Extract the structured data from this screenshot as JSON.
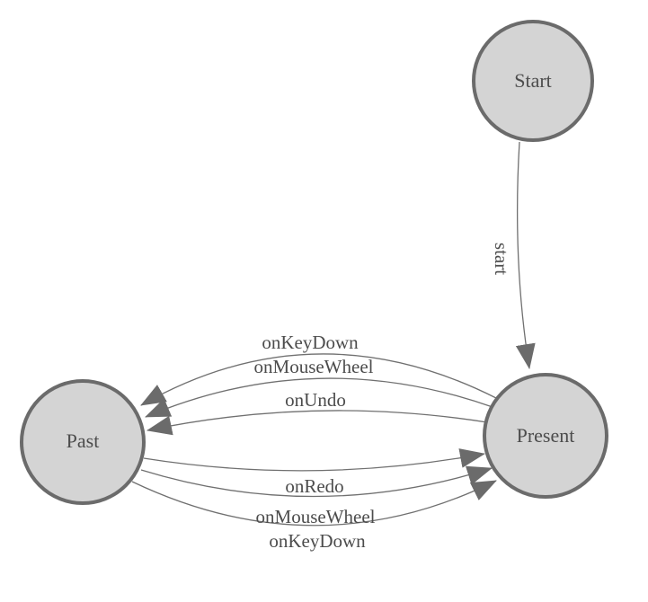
{
  "diagram": {
    "title": "undo-redo state machine",
    "type": "state-diagram",
    "colors": {
      "background": "#ffffff",
      "node_fill": "#d4d4d4",
      "node_stroke": "#6b6b6b",
      "edge": "#707070",
      "label_text": "#4c4c4c"
    },
    "nodes": [
      {
        "id": "start",
        "label": "Start"
      },
      {
        "id": "past",
        "label": "Past"
      },
      {
        "id": "present",
        "label": "Present"
      }
    ],
    "edges": [
      {
        "from": "start",
        "to": "present",
        "label": "start",
        "label_rotation": 90
      },
      {
        "from": "present",
        "to": "past",
        "label": "onKeyDown",
        "label_rotation": 0
      },
      {
        "from": "present",
        "to": "past",
        "label": "onMouseWheel",
        "label_rotation": 0
      },
      {
        "from": "present",
        "to": "past",
        "label": "onUndo",
        "label_rotation": 0
      },
      {
        "from": "past",
        "to": "present",
        "label": "onRedo",
        "label_rotation": 0
      },
      {
        "from": "past",
        "to": "present",
        "label": "onMouseWheel",
        "label_rotation": 0
      },
      {
        "from": "past",
        "to": "present",
        "label": "onKeyDown",
        "label_rotation": 0
      }
    ]
  }
}
